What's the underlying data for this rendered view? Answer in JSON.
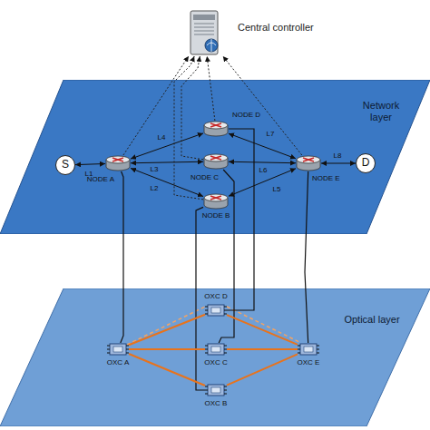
{
  "diagram": {
    "nodes": [
      {
        "text": [
          "Central controller"
        ]
      },
      {
        "text": [
          "Network layer"
        ]
      },
      {
        "text": [
          "S"
        ],
        "in": 1
      },
      {
        "text": [
          "NODE D"
        ],
        "in": 1
      },
      {
        "text": [
          "NODE A"
        ],
        "in": 1
      },
      {
        "text": [
          "NODE C"
        ],
        "in": 1
      },
      {
        "text": [
          "NODE E"
        ],
        "in": 1
      },
      {
        "text": [
          "D"
        ],
        "in": 1
      },
      {
        "text": [
          "NODE B"
        ],
        "in": 1
      },
      {
        "text": [
          "Optical layer"
        ]
      },
      {
        "text": [
          "OXC D"
        ],
        "in": 9
      },
      {
        "text": [
          "OXC A"
        ],
        "in": 9
      },
      {
        "text": [
          "OXC C"
        ],
        "in": 9
      },
      {
        "text": [
          "OXC E"
        ],
        "in": 9
      },
      {
        "text": [
          "OXC B"
        ],
        "in": 9
      }
    ],
    "edges": [
      {
        "from": 4,
        "to": 2,
        "label": "L1",
        "arrow": "both"
      },
      {
        "from": 4,
        "to": 3,
        "label": "L4",
        "arrow": "both"
      },
      {
        "from": 4,
        "to": 5,
        "label": "L3",
        "arrow": "both"
      },
      {
        "from": 4,
        "to": 8,
        "label": "L2",
        "arrow": "both"
      },
      {
        "from": 3,
        "to": 6,
        "label": "L7",
        "arrow": "both"
      },
      {
        "from": 5,
        "to": 6,
        "label": "L6",
        "arrow": "both"
      },
      {
        "from": 8,
        "to": 6,
        "label": "L5",
        "arrow": "both"
      },
      {
        "from": 6,
        "to": 7,
        "label": "L8",
        "arrow": "both"
      },
      {
        "from": 4,
        "to": 0,
        "arrow": "to"
      },
      {
        "from": 3,
        "to": 0,
        "arrow": "to"
      },
      {
        "from": 5,
        "to": 0,
        "arrow": "to"
      },
      {
        "from": 8,
        "to": 0,
        "arrow": "to"
      },
      {
        "from": 6,
        "to": 0,
        "arrow": "to"
      },
      {
        "from": 4,
        "to": 11,
        "arrow": "none"
      },
      {
        "from": 3,
        "to": 10,
        "arrow": "none"
      },
      {
        "from": 5,
        "to": 12,
        "arrow": "none"
      },
      {
        "from": 8,
        "to": 14,
        "arrow": "none"
      },
      {
        "from": 6,
        "to": 13,
        "arrow": "none"
      },
      {
        "from": 11,
        "to": 10,
        "arrow": "none"
      },
      {
        "from": 11,
        "to": 12,
        "arrow": "none"
      },
      {
        "from": 11,
        "to": 14,
        "arrow": "none"
      },
      {
        "from": 10,
        "to": 13,
        "arrow": "none"
      },
      {
        "from": 12,
        "to": 13,
        "arrow": "none"
      },
      {
        "from": 14,
        "to": 13,
        "arrow": "none"
      }
    ]
  }
}
